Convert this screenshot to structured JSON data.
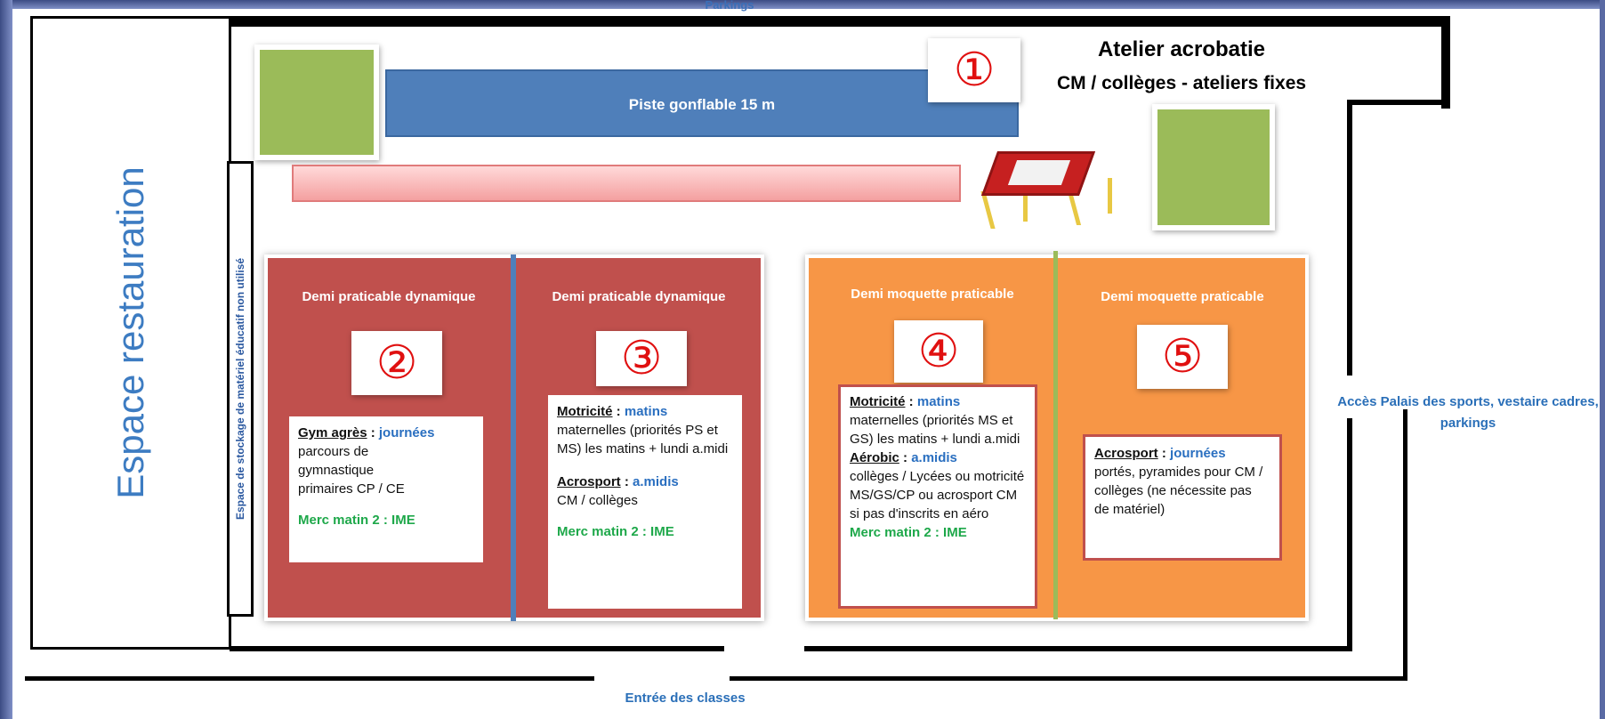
{
  "header": {
    "parkings_label": "Parkings"
  },
  "restauration": {
    "label": "Espace restauration"
  },
  "storage": {
    "label": "Espace de stockage de matériel éducatif non utilisé"
  },
  "piste": {
    "label": "Piste gonflable 15 m"
  },
  "atelier": {
    "number": "①",
    "title": "Atelier acrobatie",
    "subtitle": "CM / collèges - ateliers fixes"
  },
  "zones": [
    {
      "number": "②",
      "title": "Demi praticable dynamique",
      "color": "#c0504d",
      "activity1_name": "Gym agrès",
      "activity1_time": "journées",
      "activity1_desc": "parcours de gymnastique primaires CP / CE",
      "special": "Merc matin 2 : IME"
    },
    {
      "number": "③",
      "title": "Demi praticable dynamique",
      "color": "#c0504d",
      "activity1_name": "Motricité",
      "activity1_time": "matins",
      "activity1_desc": "maternelles (priorités PS et MS) les matins + lundi a.midi",
      "activity2_name": "Acrosport",
      "activity2_time": "a.midis",
      "activity2_desc": "CM / collèges",
      "special": "Merc matin 2 : IME"
    },
    {
      "number": "④",
      "title": "Demi moquette praticable",
      "color": "#f79646",
      "activity1_name": "Motricité",
      "activity1_time": "matins",
      "activity1_desc": "maternelles (priorités MS et GS) les matins + lundi a.midi",
      "activity2_name": "Aérobic",
      "activity2_time": "a.midis",
      "activity2_desc": "collèges / Lycées ou motricité MS/GS/CP ou acrosport CM si pas d'inscrits en aéro",
      "special": "Merc matin 2 : IME"
    },
    {
      "number": "⑤",
      "title": "Demi moquette praticable",
      "color": "#f79646",
      "activity1_name": "Acrosport",
      "activity1_time": "journées",
      "activity1_desc": "portés, pyramides pour CM / collèges (ne nécessite pas de matériel)"
    }
  ],
  "access": {
    "label": "Accès Palais des sports, vestaire cadres, parkings"
  },
  "entrance": {
    "label": "Entrée des classes"
  }
}
